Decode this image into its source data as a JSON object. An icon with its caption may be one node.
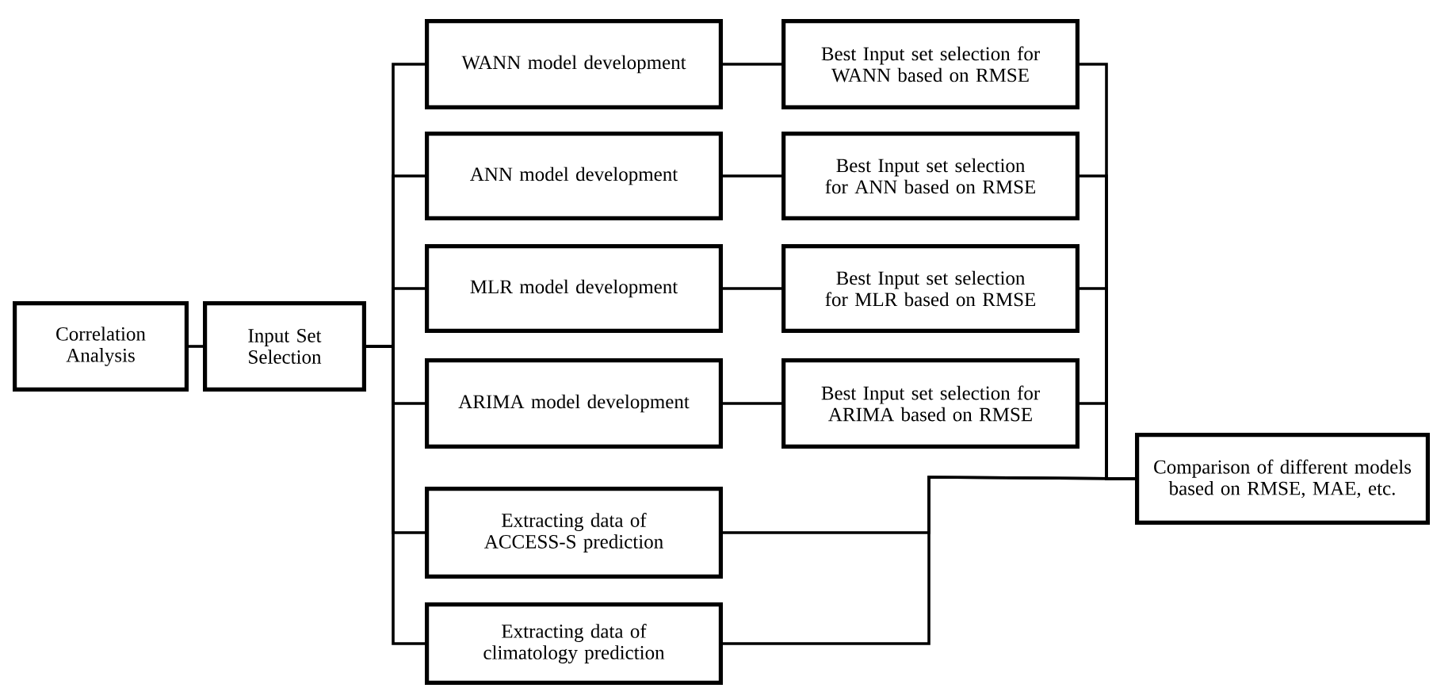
{
  "diagram": {
    "nodes": [
      {
        "text": [
          "Correlation Analysis"
        ]
      },
      {
        "text": [
          "Input Set Selection"
        ]
      },
      {
        "text": [
          "WANN model development"
        ]
      },
      {
        "text": [
          "ANN model development"
        ]
      },
      {
        "text": [
          "MLR model development"
        ]
      },
      {
        "text": [
          "ARIMA model development"
        ]
      },
      {
        "text": [
          "Extracting data of ACCESS-S prediction"
        ]
      },
      {
        "text": [
          "Extracting data of climatology prediction"
        ]
      },
      {
        "text": [
          "Best Input set selection for WANN based on RMSE"
        ]
      },
      {
        "text": [
          "Best Input set selection for ANN based on RMSE"
        ]
      },
      {
        "text": [
          "Best Input set selection for MLR based on RMSE"
        ]
      },
      {
        "text": [
          "Best Input set selection for ARIMA based on RMSE"
        ]
      },
      {
        "text": [
          "Comparison of different models based on RMSE, MAE, etc."
        ]
      }
    ],
    "edges": [
      {
        "from": 0,
        "to": 1,
        "arrow": "none"
      },
      {
        "from": 1,
        "to": 2,
        "arrow": "none"
      },
      {
        "from": 1,
        "to": 3,
        "arrow": "none"
      },
      {
        "from": 1,
        "to": 4,
        "arrow": "none"
      },
      {
        "from": 1,
        "to": 5,
        "arrow": "none"
      },
      {
        "from": 1,
        "to": 6,
        "arrow": "none"
      },
      {
        "from": 1,
        "to": 7,
        "arrow": "none"
      },
      {
        "from": 2,
        "to": 8,
        "arrow": "none"
      },
      {
        "from": 3,
        "to": 9,
        "arrow": "none"
      },
      {
        "from": 4,
        "to": 10,
        "arrow": "none"
      },
      {
        "from": 5,
        "to": 11,
        "arrow": "none"
      },
      {
        "from": 8,
        "to": 12,
        "arrow": "none"
      },
      {
        "from": 9,
        "to": 12,
        "arrow": "none"
      },
      {
        "from": 10,
        "to": 12,
        "arrow": "none"
      },
      {
        "from": 11,
        "to": 12,
        "arrow": "none"
      },
      {
        "from": 6,
        "to": 12,
        "arrow": "none"
      },
      {
        "from": 7,
        "to": 12,
        "arrow": "none"
      }
    ]
  }
}
